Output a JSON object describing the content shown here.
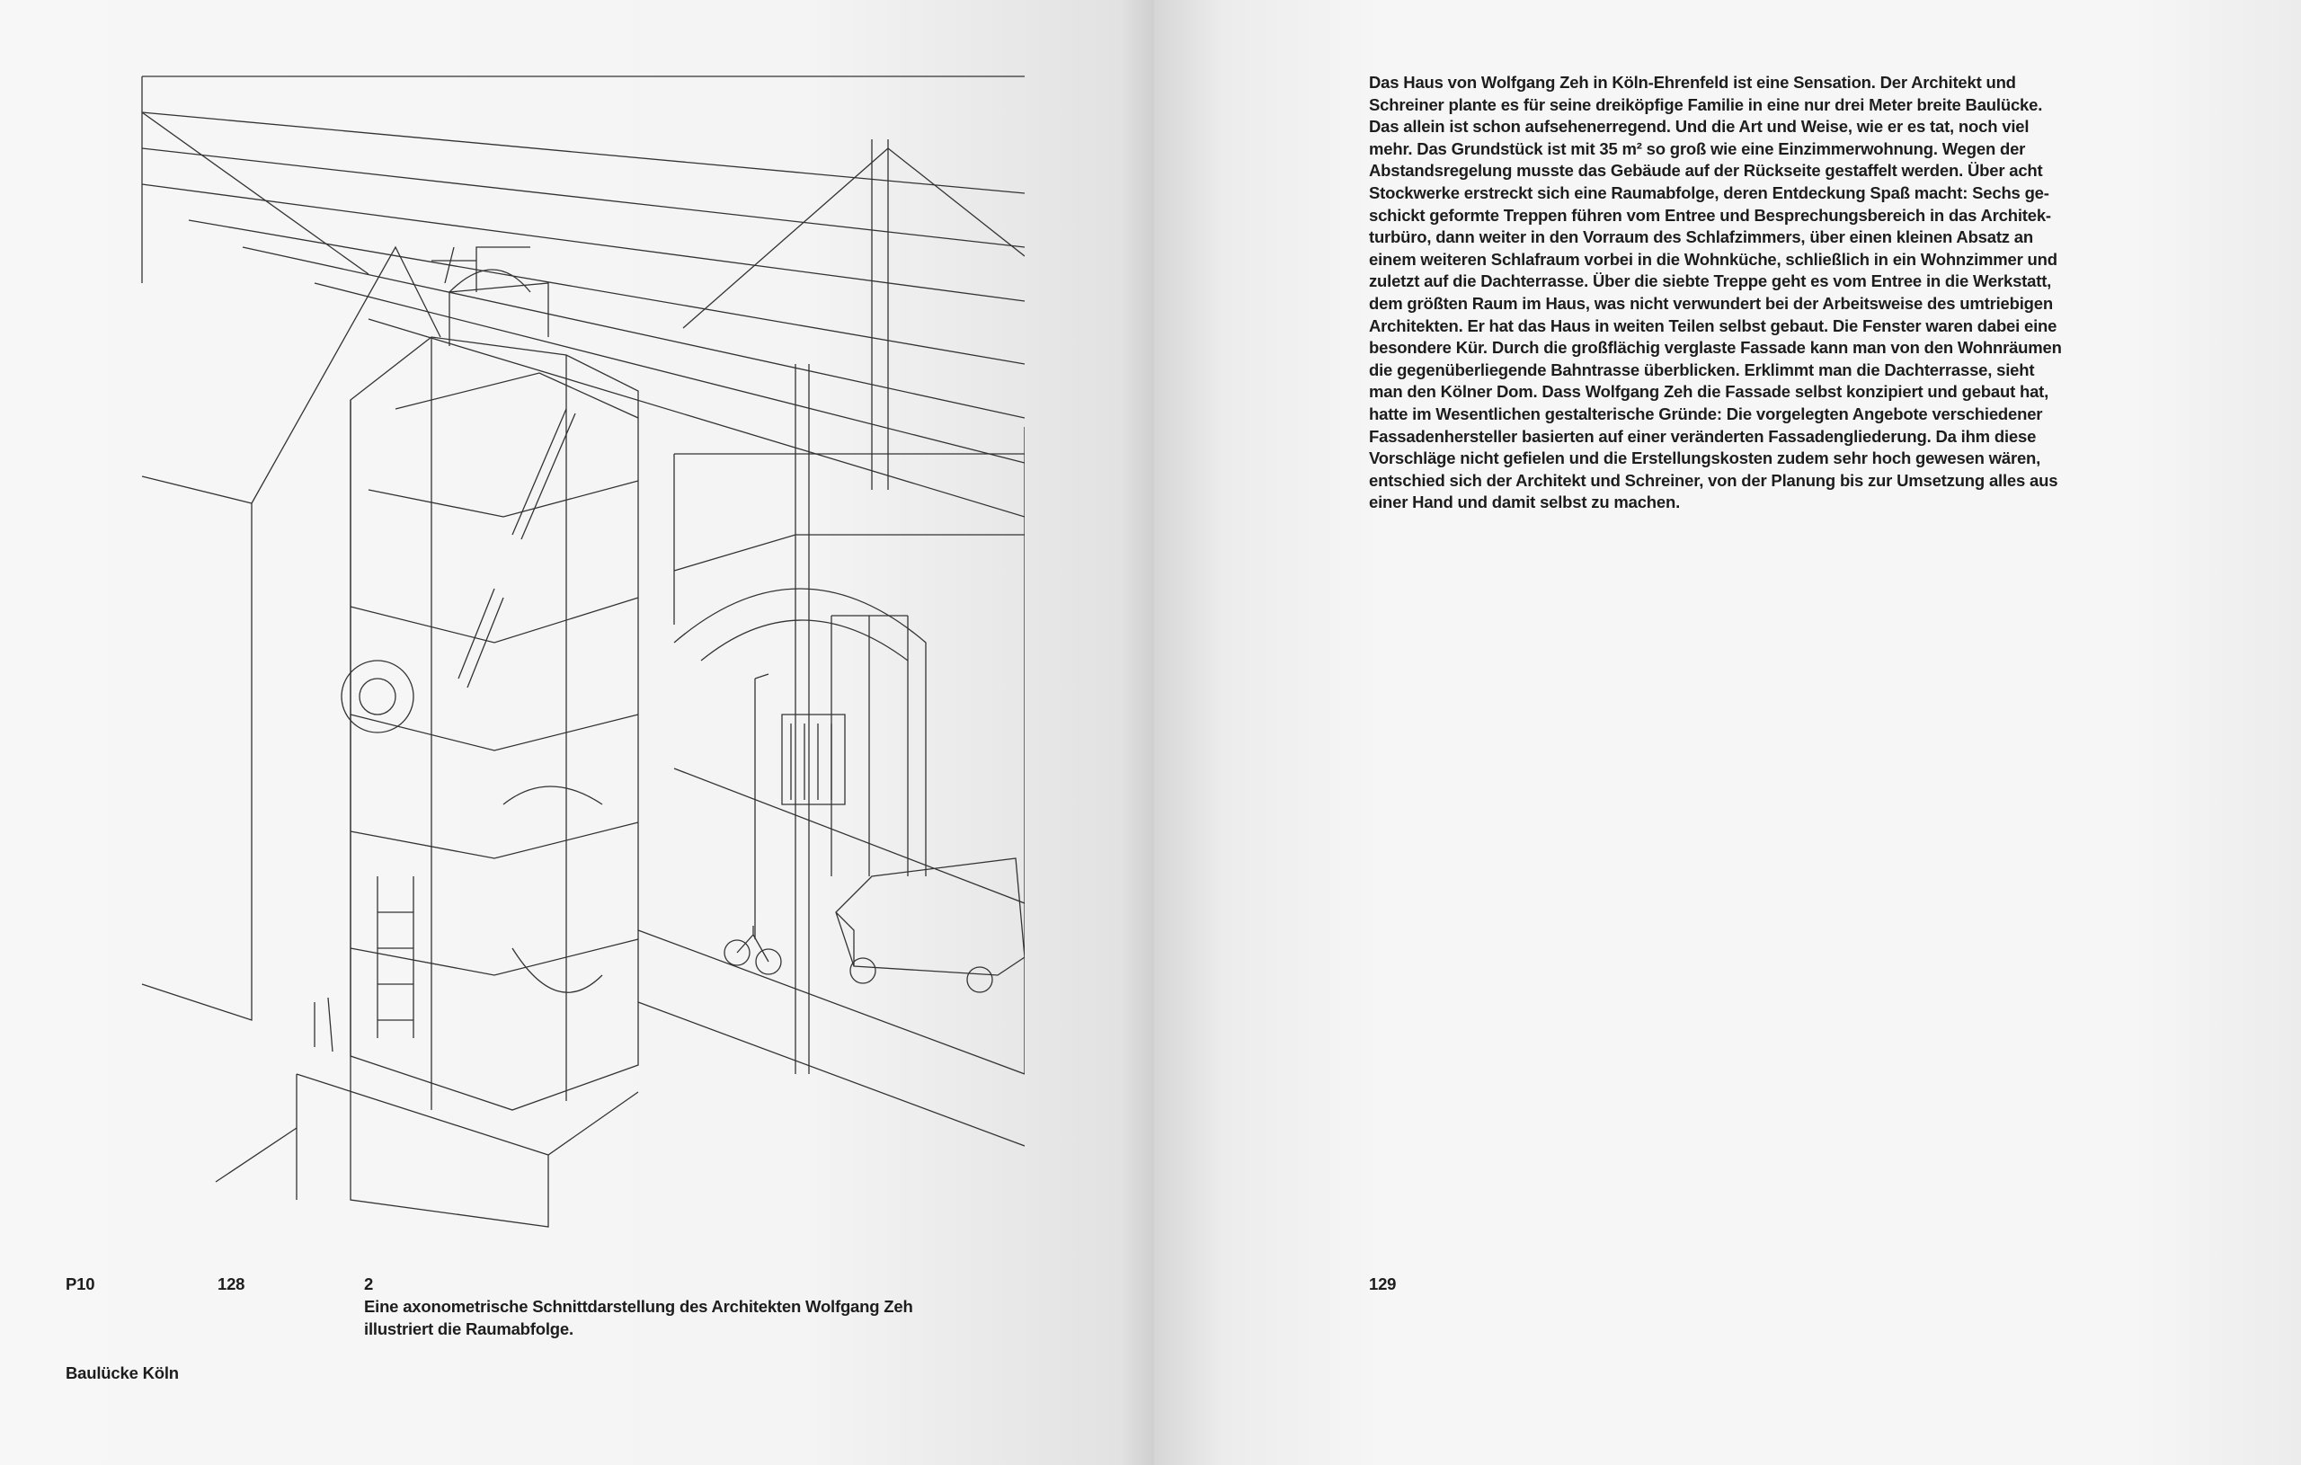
{
  "left_page": {
    "section_code": "P10",
    "page_number": "128",
    "figure_number": "2",
    "caption_lines": [
      "Eine axonometrische Schnittdarstellung des Architekten Wolfgang Zeh",
      "illustriert die Raumabfolge."
    ],
    "section_title": "Baulücke Köln"
  },
  "right_page": {
    "page_number": "129",
    "body_lines": [
      "Das Haus von Wolfgang Zeh in Köln-Ehrenfeld ist eine Sensation. Der Architekt und",
      "Schreiner plante es für seine dreiköpfige Familie in eine nur drei Meter breite Baulücke.",
      "Das allein ist schon aufsehenerregend. Und die Art und Weise, wie er es tat, noch viel",
      "mehr. Das Grundstück ist mit 35 m² so groß wie eine Einzimmerwohnung. Wegen der",
      "Abstandsregelung musste das Gebäude auf der Rückseite gestaffelt werden. Über acht",
      "Stockwerke erstreckt sich eine Raumabfolge, deren Entdeckung Spaß macht: Sechs ge-",
      "schickt geformte Treppen führen vom Entree und Besprechungsbereich in das Architek-",
      "turbüro, dann weiter in den Vorraum des Schlafzimmers, über einen kleinen Absatz an",
      "einem weiteren Schlafraum vorbei in die Wohnküche, schließlich in ein Wohnzimmer und",
      "zuletzt auf die Dachterrasse. Über die siebte Treppe geht es vom Entree in die Werkstatt,",
      "dem größten Raum im Haus, was nicht verwundert bei der Arbeitsweise des umtriebigen",
      "Architekten. Er hat das Haus in weiten Teilen selbst gebaut. Die Fenster waren dabei eine",
      "besondere Kür. Durch die großflächig verglaste Fassade kann man von den Wohnräumen",
      "die gegenüberliegende Bahntrasse überblicken. Erklimmt man die Dachterrasse, sieht",
      "man den Kölner Dom. Dass Wolfgang Zeh die Fassade selbst konzipiert und gebaut hat,",
      "hatte im Wesentlichen gestalterische Gründe: Die vorgelegten Angebote verschiedener",
      "Fassadenhersteller basierten auf einer veränderten Fassadengliederung. Da ihm diese",
      "Vorschläge nicht gefielen und die Erstellungskosten zudem sehr hoch gewesen wären,",
      "entschied sich der Architekt und Schreiner, von der Planung bis zur Umsetzung alles aus",
      "einer Hand und damit selbst zu machen."
    ]
  }
}
